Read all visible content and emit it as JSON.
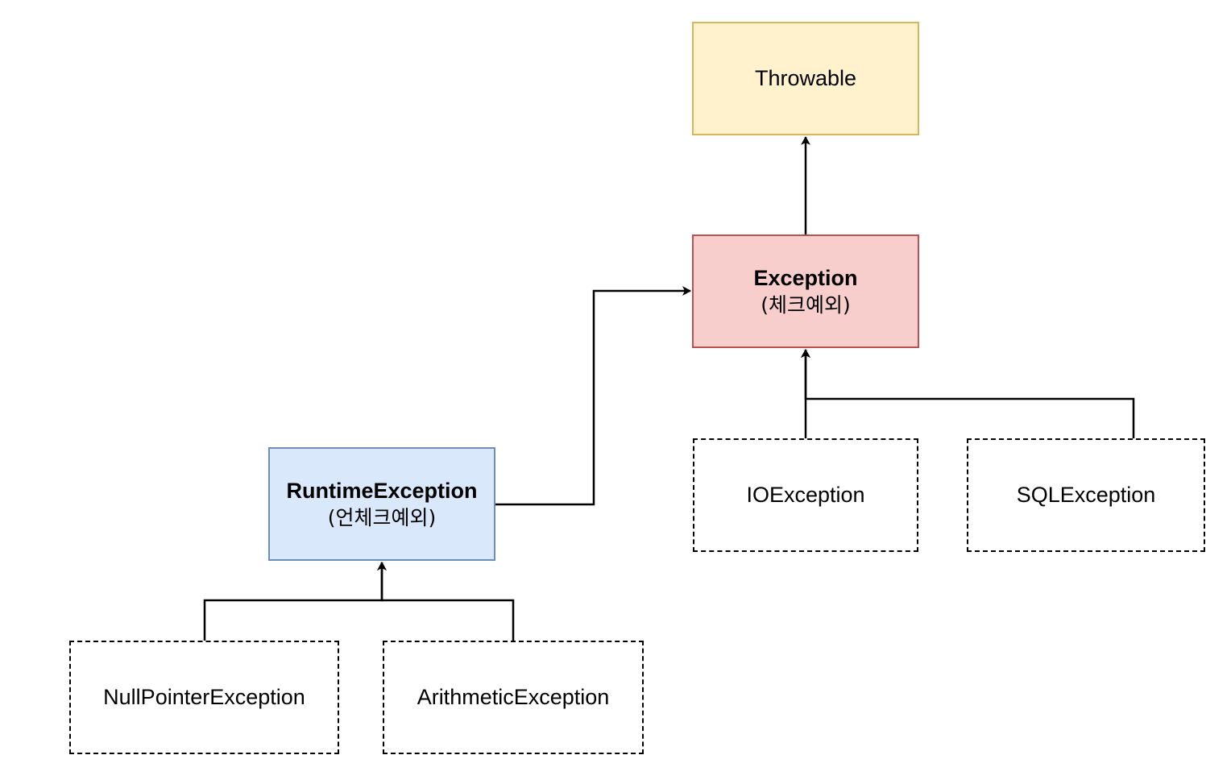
{
  "diagram": {
    "nodes": {
      "throwable": {
        "label": "Throwable",
        "fill": "#fff2cc",
        "stroke": "#d6b656"
      },
      "exception": {
        "label": "Exception",
        "sublabel": "(체크예외)",
        "fill": "#f8cecc",
        "stroke": "#b85450"
      },
      "runtime_exception": {
        "label": "RuntimeException",
        "sublabel": "(언체크예외)",
        "fill": "#dae8fc",
        "stroke": "#6c8ebf"
      },
      "io_exception": {
        "label": "IOException",
        "border": "dashed"
      },
      "sql_exception": {
        "label": "SQLException",
        "border": "dashed"
      },
      "null_pointer_exception": {
        "label": "NullPointerException",
        "border": "dashed"
      },
      "arithmetic_exception": {
        "label": "ArithmeticException",
        "border": "dashed"
      }
    },
    "edges": [
      {
        "from": "Exception",
        "to": "Throwable"
      },
      {
        "from": "RuntimeException",
        "to": "Exception"
      },
      {
        "from": "IOException",
        "to": "Exception"
      },
      {
        "from": "SQLException",
        "to": "Exception"
      },
      {
        "from": "NullPointerException",
        "to": "RuntimeException"
      },
      {
        "from": "ArithmeticException",
        "to": "RuntimeException"
      }
    ]
  }
}
